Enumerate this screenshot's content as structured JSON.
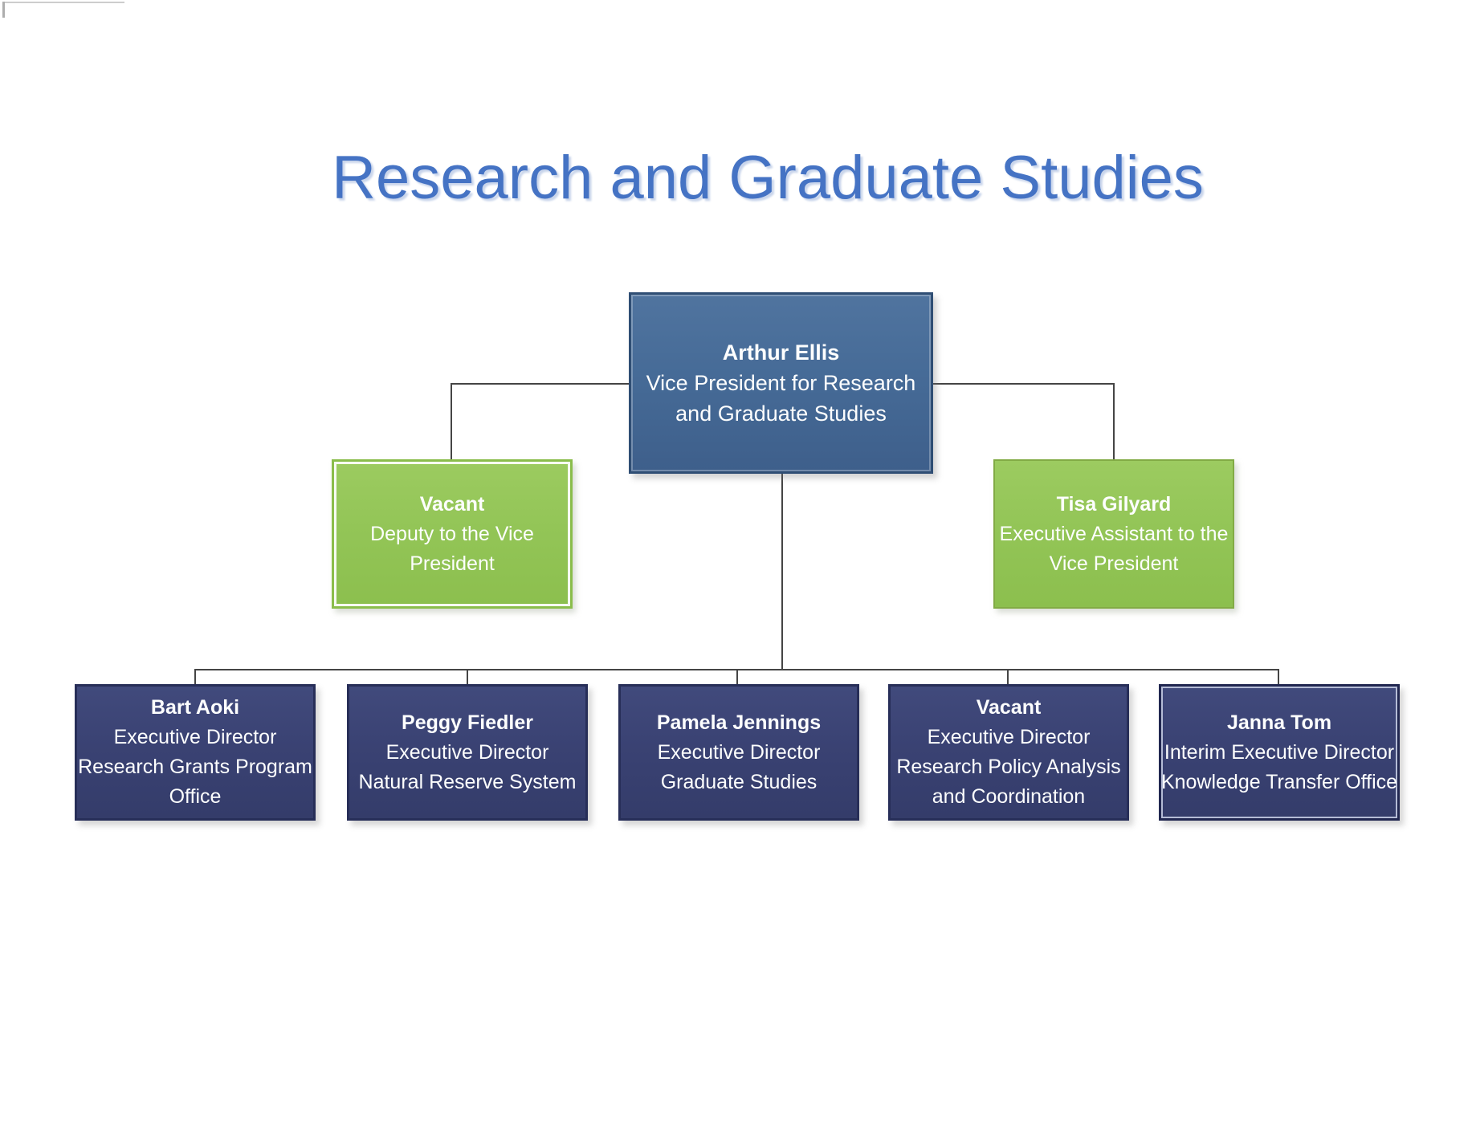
{
  "title": {
    "text": "Research and Graduate Studies"
  },
  "chart": {
    "root": {
      "name": "Arthur Ellis",
      "role_lines": [
        "Vice President for Research",
        "and Graduate Studies"
      ]
    },
    "staff": [
      {
        "name": "Vacant",
        "role_lines": [
          "Deputy to the Vice",
          "President"
        ]
      },
      {
        "name": "Tisa Gilyard",
        "role_lines": [
          "Executive Assistant to the",
          "Vice President"
        ]
      }
    ],
    "reports": [
      {
        "name": "Bart Aoki",
        "role_lines": [
          "Executive Director",
          "Research Grants Program",
          "Office"
        ]
      },
      {
        "name": "Peggy Fiedler",
        "role_lines": [
          "Executive Director",
          "Natural Reserve System"
        ]
      },
      {
        "name": "Pamela Jennings",
        "role_lines": [
          "Executive Director",
          "Graduate Studies"
        ]
      },
      {
        "name": "Vacant",
        "role_lines": [
          "Executive Director",
          "Research Policy Analysis",
          "and Coordination"
        ]
      },
      {
        "name": "Janna Tom",
        "role_lines": [
          "Interim Executive Director",
          "Knowledge Transfer Office"
        ]
      }
    ]
  },
  "colors": {
    "title_text": "#4573C4",
    "root_fill_top": "#50749F",
    "root_fill_bottom": "#3E5F8B",
    "root_border": "#2F4E74",
    "navy_fill_top": "#414A7C",
    "navy_fill_bottom": "#343C6A",
    "navy_border": "#272E58",
    "green_fill_top": "#9CCB60",
    "green_fill_bottom": "#8CBF4E",
    "green_border": "#82AB45",
    "connector": "#454545",
    "node_text": "#FDFEFE",
    "background": "#FFFFFF"
  }
}
